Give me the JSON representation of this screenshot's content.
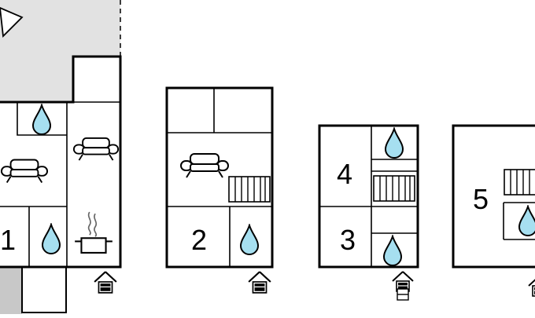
{
  "floor_plan": {
    "colors": {
      "wall": "#000000",
      "outdoor_fill": "#e2e2e2",
      "neighbor_fill": "#c8c8c8",
      "water_fill": "#a6dff0",
      "background": "#ffffff"
    },
    "room_labels": [
      "1",
      "2",
      "3",
      "4",
      "5"
    ],
    "icons": {
      "sofa": "sofa-icon",
      "water": "water-drop-icon",
      "kitchen": "cooking-pot-icon",
      "stairs": "staircase-icon",
      "entrance": "entrance-arrow-icon",
      "terrace": "terrace-arrow-icon"
    }
  }
}
